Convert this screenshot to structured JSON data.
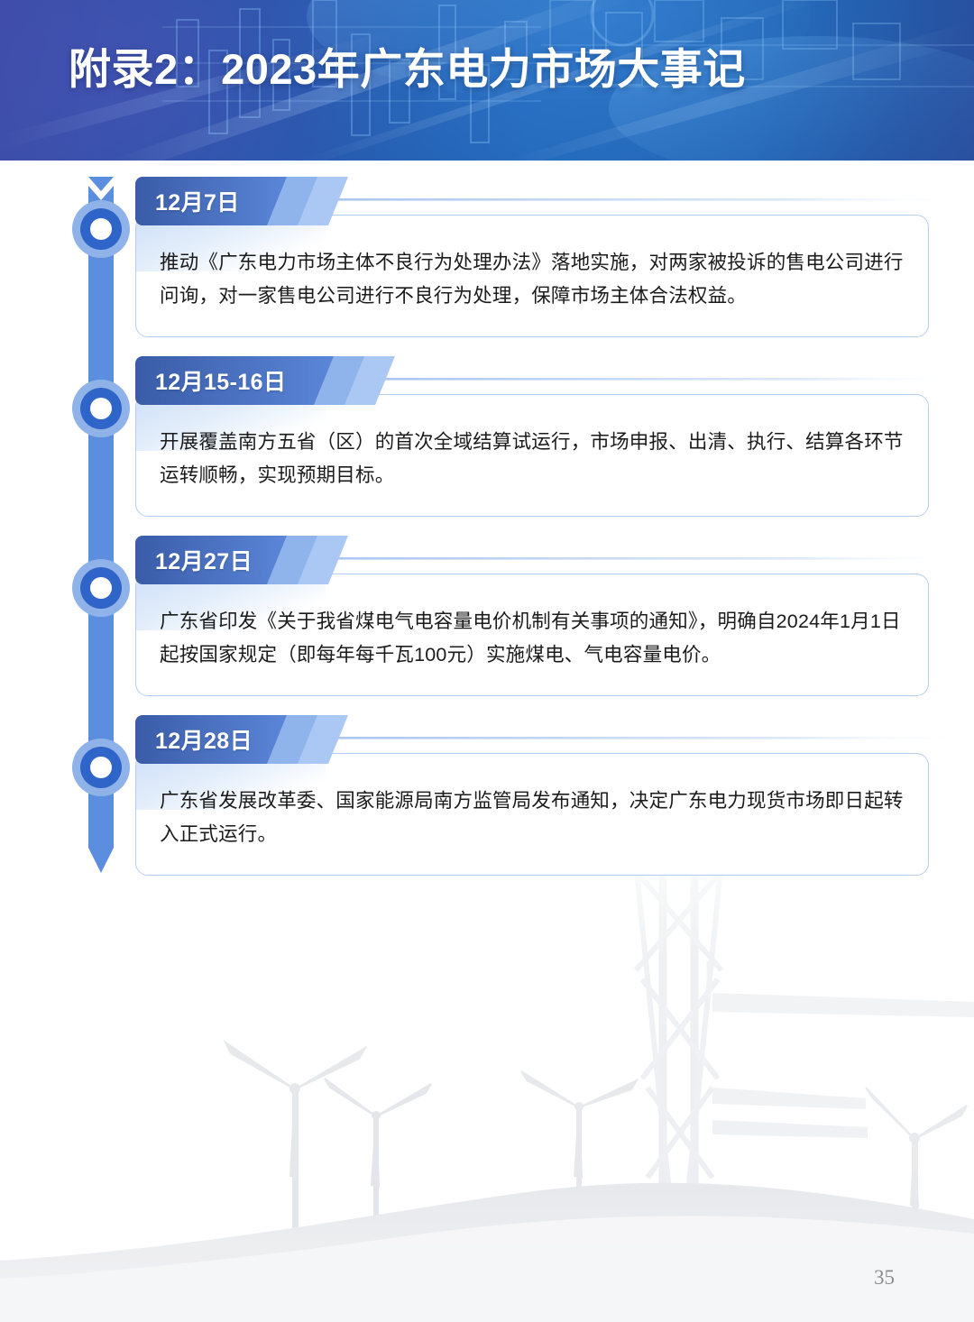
{
  "header": {
    "title": "附录2：2023年广东电力市场大事记",
    "background_start": "#3c4ba6",
    "background_end": "#2a4f9e"
  },
  "timeline": {
    "rail_color": "#5b8ede",
    "marker_outer_color": "#8fb2e8",
    "marker_inner_color": "#2f64c8",
    "marker_center_color": "#ffffff",
    "banner_color_start": "#3a5ca8",
    "banner_color_end": "#5b86d8",
    "card_border_color": "#b6cdf1",
    "items": [
      {
        "date": "12月7日",
        "body": "推动《广东电力市场主体不良行为处理办法》落地实施，对两家被投诉的售电公司进行问询，对一家售电公司进行不良行为处理，保障市场主体合法权益。"
      },
      {
        "date": "12月15-16日",
        "body": "开展覆盖南方五省（区）的首次全域结算试运行，市场申报、出清、执行、结算各环节运转顺畅，实现预期目标。"
      },
      {
        "date": "12月27日",
        "body": "广东省印发《关于我省煤电气电容量电价机制有关事项的通知》，明确自2024年1月1日起按国家规定（即每年每千瓦100元）实施煤电、气电容量电价。"
      },
      {
        "date": "12月28日",
        "body": "广东省发展改革委、国家能源局南方监管局发布通知，决定广东电力现货市场即日起转入正式运行。"
      }
    ]
  },
  "footer": {
    "page_number": "35"
  }
}
